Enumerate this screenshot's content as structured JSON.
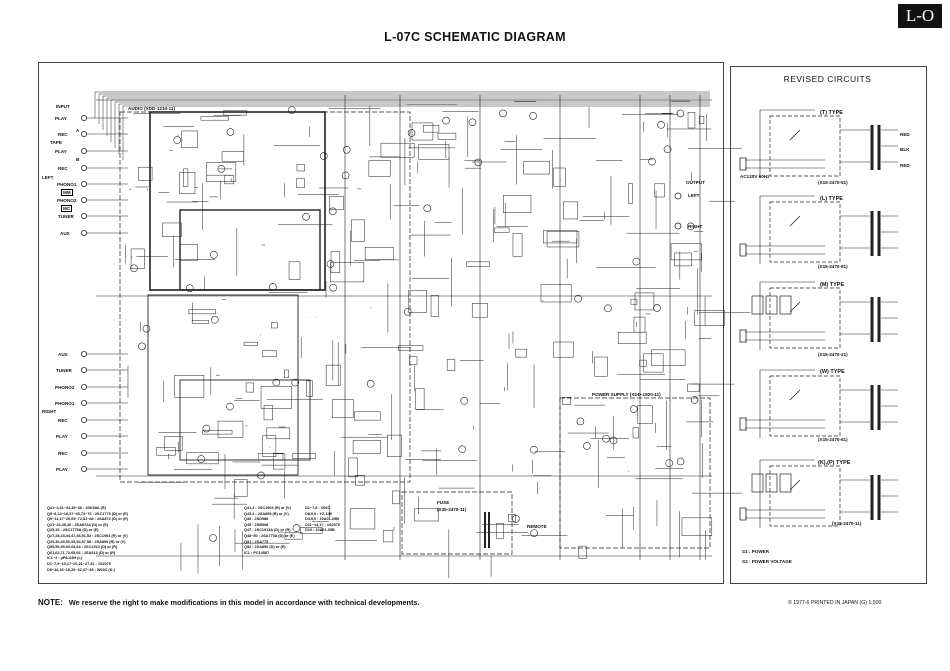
{
  "logo": "L-O",
  "title": "L-07C SCHEMATIC DIAGRAM",
  "main": {
    "input_label": "INPUT",
    "left_label": "LEFT",
    "right_label": "RIGHT",
    "tape_label": "TAPE",
    "audio_board": "AUDIO (XDD-1210-11)",
    "power_board": "POWER SUPPLY (XDD-1920-11)",
    "fuse_label": "FUSE",
    "fuse_part": "(X35-2470-11)",
    "remote_label": "REMOTE",
    "output_label": "OUTPUT",
    "out_left": "LEFT",
    "out_right": "RIGHT",
    "left_inputs": [
      "PLAY",
      "REC",
      "PLAY",
      "REC",
      "PHONO1",
      "PHONO2",
      "TUNER",
      "AUX"
    ],
    "mm_label": "MM",
    "mc_label": "MC",
    "right_inputs": [
      "AUX",
      "TUNER",
      "PHONO2",
      "PHONO1",
      "REC",
      "PLAY",
      "REC",
      "PLAY"
    ],
    "tape_a": "A",
    "tape_b": "B"
  },
  "parts_list_1": [
    "Q41~4,31~34,35~36 : 2SK68A (R)",
    "Q5~8,13~16,37~40,73~76 : 2SC1775 (D) or (E)",
    "Q9~12,17~20,69~72,81~84 : 2SA872 (D) or (E)",
    "Q21~24,45,46 : 2SA872A (D) or (E)",
    "Q25,26 : 2SC1775A (D) or (E)",
    "Q27,28,43,44,47,48,51,52 : 2SC1904 (R) or (V)",
    "Q29,30,49,50,53,54,57,58 : 2SA899 (R) or (V)",
    "Q55,56,59,60,63,64 : 2SC1913 (D) or (R)",
    "Q61,62,71,72,65,66 : 2SA913 (D) or (R)",
    "IC1~2 : μPA-63H (L)",
    "D1~7,9~13,17~20,21~27,31 : 1S2076",
    "D8~14,16~18,20~32,37~38 : W03C (K-)"
  ],
  "parts_list_2": [
    "Q41,2 : 2SC1904 (R) or (V)",
    "Q43,4 : 2SA899 (R) or (V)",
    "Q45 : 2SD588",
    "Q46 : 2SB598",
    "Q47 : 2SC1913A (D) or (R)",
    "Q48~50 : 2SA775A (D) or (E)",
    "Q51 : 2SA775",
    "Q52 : 2SA850 (D) or (E)",
    "IC1 : PC14587"
  ],
  "parts_list_3": [
    "D1~7,8 : V06C",
    "D8,9,0 : YZ-140",
    "D4,5,0 : 10A01-05B",
    "D11~14,17 : 1S2076",
    "D15 : 10A01-05B"
  ],
  "revised": {
    "title": "REVISED CIRCUITS",
    "types": [
      "(T) TYPE",
      "(L) TYPE",
      "(M) TYPE",
      "(W) TYPE",
      "(K),(P) TYPE"
    ],
    "part_numbers": [
      "(X15-2470-51)",
      "(X15-2470-91)",
      "(X15-2470-21)",
      "(X15-2470-61)",
      "(X15-2470-11)"
    ],
    "ac_label": "AC120V 60Hz",
    "wire_labels": [
      "RED",
      "BLK",
      "RED"
    ],
    "legend": [
      "S1 : POWER",
      "S2 : POWER VOLTAGE"
    ]
  },
  "note": {
    "label": "NOTE:",
    "text": "We reserve the right to make modifications in this model in accordance with technical developments."
  },
  "copyright": "© 1977-6 PRINTED IN JAPAN (G) 1,500"
}
